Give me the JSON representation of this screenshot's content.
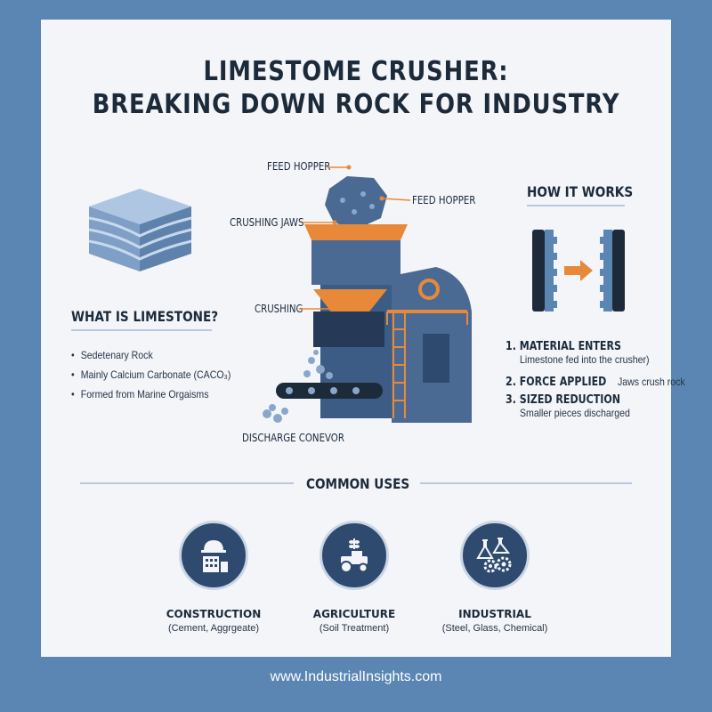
{
  "title": {
    "line1": "LIMESTOME CRUSHER:",
    "line2": "BREAKING DOWN ROCK FOR INDUSTRY"
  },
  "diagram": {
    "label_feed_hopper_top": "FEED HOPPER",
    "label_feed_hopper_right": "FEED HOPPER",
    "label_crushing_jaws": "CRUSHING JAWS",
    "label_crushing": "CRUSHING",
    "label_discharge": "DISCHARGE CONEVOR"
  },
  "limestone": {
    "heading": "WHAT IS LIMESTONE?",
    "bullets": [
      "Sedetenary Rock",
      "Mainly Calcium Carbonate (CACO₃)",
      "Formed from Marine Orgaisms"
    ]
  },
  "how": {
    "heading": "HOW IT WORKS",
    "steps": [
      {
        "title": "1. MATERIAL ENTERS",
        "desc": "Limestone fed into the crusher)"
      },
      {
        "title": "2. FORCE APPLIED",
        "desc": "Jaws crush rock"
      },
      {
        "title": "3. SIZED REDUCTION",
        "desc": "Smaller pieces discharged"
      }
    ]
  },
  "uses": {
    "heading": "COMMON USES",
    "items": [
      {
        "name": "CONSTRUCTION",
        "desc": "(Cement, Aggrgeate)",
        "icon": "construction-icon"
      },
      {
        "name": "AGRICULTURE",
        "desc": "(Soil Treatment)",
        "icon": "tractor-icon"
      },
      {
        "name": "INDUSTRIAL",
        "desc": "(Steel, Glass, Chemical)",
        "icon": "lab-gears-icon"
      }
    ]
  },
  "footer": "www.IndustrialInsights.com",
  "colors": {
    "frame": "#5b86b4",
    "card": "#f3f5f9",
    "navy": "#1c2a3a",
    "machine": "#4a6a93",
    "accent": "#e8893a"
  }
}
